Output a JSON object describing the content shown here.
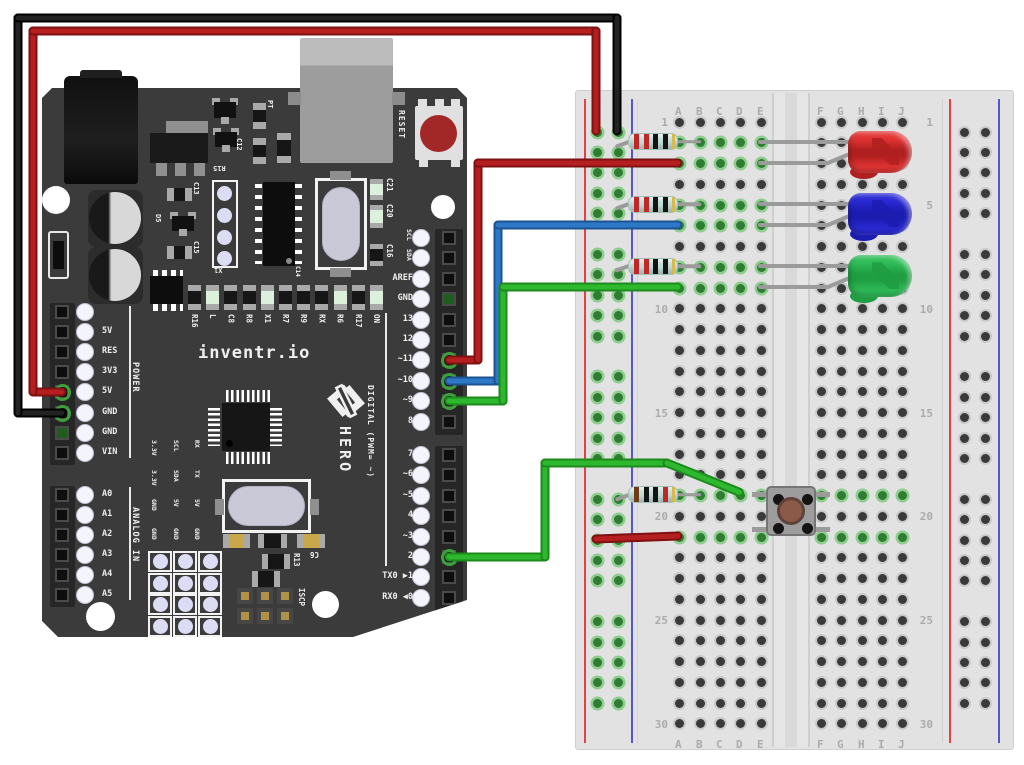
{
  "board": {
    "brand": "inventr.io",
    "logo_text": "HERO",
    "reset_label": "RESET",
    "digital_label": "DIGITAL (PWM= ~)",
    "power_label": "POWER",
    "analog_label": "ANALOG IN",
    "power_pins": [
      "",
      "5V",
      "RES",
      "3V3",
      "5V",
      "GND",
      "GND",
      "VIN"
    ],
    "analog_pins": [
      "A0",
      "A1",
      "A2",
      "A3",
      "A4",
      "A5"
    ],
    "digital_upper_pins": [
      "SCL",
      "SDA",
      "AREF",
      "GND",
      "13",
      "12",
      "~11",
      "~10",
      "~9",
      "8"
    ],
    "digital_lower_pins": [
      "7",
      "~6",
      "~5",
      "4",
      "~3",
      "2",
      "TX0 ▶1",
      "RX0 ◀0"
    ],
    "component_row_labels": [
      "R16",
      "L",
      "C8",
      "R8",
      "X1",
      "R7",
      "R9",
      "RX",
      "R6",
      "R17",
      "ON"
    ],
    "component_row_pale": [
      1,
      4,
      8,
      10
    ],
    "labels": {
      "pt": "PT",
      "c12": "C12",
      "r15": "R15",
      "c13": "C13",
      "c15": "C15",
      "d5": "D5",
      "x1": "X1",
      "c21": "C21",
      "c20": "C20",
      "c16": "C16",
      "c14": "C14",
      "r13": "R13",
      "c6": "C6",
      "iscp": "ISCP"
    },
    "pin_grid_labels": [
      [
        "3.3V",
        "SCL",
        "RX"
      ],
      [
        "3.3V",
        "SDA",
        "TX"
      ],
      [
        "GND",
        "5V",
        "5V"
      ],
      [
        "GND",
        "GND",
        "GND"
      ]
    ]
  },
  "breadboard": {
    "column_letters_left": [
      "A",
      "B",
      "C",
      "D",
      "E"
    ],
    "column_letters_right": [
      "F",
      "G",
      "H",
      "I",
      "J"
    ],
    "row_count": 30,
    "numbered_rows": [
      1,
      5,
      10,
      15,
      20,
      25,
      30
    ],
    "highlight_rows_left": [
      2,
      3,
      5,
      6,
      8,
      9,
      19,
      21
    ],
    "highlight_rows_right": [
      19,
      21
    ]
  },
  "components": {
    "leds": [
      {
        "name": "red-led",
        "color_key": "led_red",
        "rows": [
          2,
          3
        ]
      },
      {
        "name": "blue-led",
        "color_key": "led_blue",
        "rows": [
          5,
          6
        ]
      },
      {
        "name": "green-led",
        "color_key": "led_green",
        "rows": [
          8,
          9
        ]
      }
    ],
    "resistors": [
      {
        "name": "resistor-led-red",
        "row": 2,
        "bands": [
          "red",
          "red",
          "black",
          "black"
        ]
      },
      {
        "name": "resistor-led-blue",
        "row": 5,
        "bands": [
          "red",
          "red",
          "black",
          "black"
        ]
      },
      {
        "name": "resistor-led-green",
        "row": 8,
        "bands": [
          "red",
          "red",
          "black",
          "black"
        ]
      },
      {
        "name": "resistor-button",
        "row": 19,
        "bands": [
          "brown",
          "black",
          "black",
          "red"
        ]
      }
    ],
    "button": {
      "name": "pushbutton",
      "rows": [
        19,
        21
      ]
    }
  },
  "wires": [
    {
      "name": "wire-5v-red",
      "color": "red"
    },
    {
      "name": "wire-gnd-black",
      "color": "black"
    },
    {
      "name": "wire-pin11-red",
      "color": "red"
    },
    {
      "name": "wire-pin10-blue",
      "color": "blue"
    },
    {
      "name": "wire-pin9-green",
      "color": "green"
    },
    {
      "name": "wire-pin2-green",
      "color": "green"
    },
    {
      "name": "wire-button-5v-red",
      "color": "red"
    }
  ],
  "colors": {
    "board": "#3b3b3b",
    "wire_red": "#b51f1f",
    "wire_red_dark": "#7e1111",
    "wire_black": "#222222",
    "wire_black_dark": "#000000",
    "wire_blue": "#2e78c8",
    "wire_blue_dark": "#1d5391",
    "wire_green": "#2db82d",
    "wire_green_dark": "#1d8a1d",
    "led_red": "#e23434",
    "led_red_dark": "#b02020",
    "led_blue": "#2a2ad6",
    "led_blue_dark": "#1c1cb0",
    "led_green": "#2fbd58",
    "led_green_dark": "#1f9e42",
    "rail_red": "#df4343",
    "rail_blue": "#5555cc",
    "band_red": "#c22626",
    "band_black": "#141414",
    "band_brown": "#70391c",
    "band_gold": "#d9b84e",
    "lead_gray": "#9b9b9b",
    "button_body": "#9d9d9d",
    "button_cap": "#8b5a49"
  }
}
